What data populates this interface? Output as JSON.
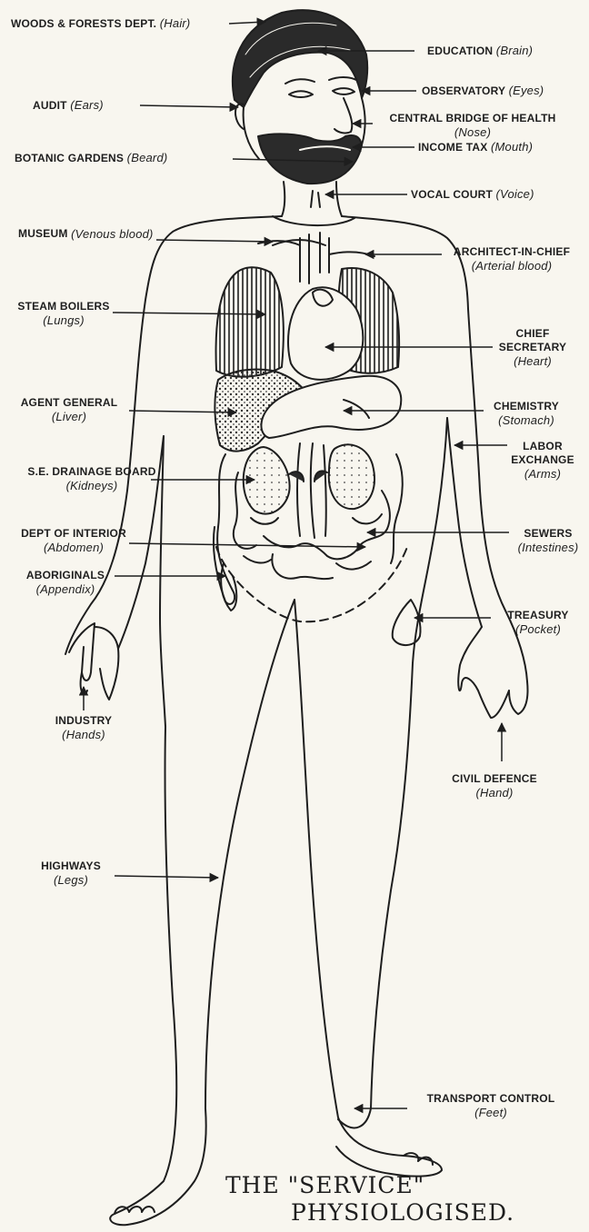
{
  "title_line1": "THE \"SERVICE\"",
  "title_line2": "PHYSIOLOGISED.",
  "labels": {
    "hair": {
      "name": "WOODS & FORESTS DEPT.",
      "part": "(Hair)"
    },
    "brain": {
      "name": "EDUCATION",
      "part": "(Brain)"
    },
    "eyes": {
      "name": "OBSERVATORY",
      "part": "(Eyes)"
    },
    "ears": {
      "name": "AUDIT",
      "part": "(Ears)"
    },
    "nose": {
      "name": "CENTRAL BRIDGE OF HEALTH",
      "part": "(Nose)"
    },
    "mouth": {
      "name": "INCOME TAX",
      "part": "(Mouth)"
    },
    "beard": {
      "name": "BOTANIC GARDENS",
      "part": "(Beard)"
    },
    "voice": {
      "name": "VOCAL COURT",
      "part": "(Voice)"
    },
    "venous": {
      "name": "MUSEUM",
      "part": "(Venous blood)"
    },
    "arterial": {
      "name": "ARCHITECT-IN-CHIEF",
      "part": "(Arterial blood)"
    },
    "lungs": {
      "name": "STEAM BOILERS",
      "part": "(Lungs)"
    },
    "heart": {
      "name": "CHIEF SECRETARY",
      "part": "(Heart)"
    },
    "liver": {
      "name": "AGENT GENERAL",
      "part": "(Liver)"
    },
    "stomach": {
      "name": "CHEMISTRY",
      "part": "(Stomach)"
    },
    "arms": {
      "name": "LABOR EXCHANGE",
      "part": "(Arms)"
    },
    "kidneys": {
      "name": "S.E. DRAINAGE BOARD",
      "part": "(Kidneys)"
    },
    "abdomen": {
      "name": "DEPT OF INTERIOR",
      "part": "(Abdomen)"
    },
    "intestines": {
      "name": "SEWERS",
      "part": "(Intestines)"
    },
    "appendix": {
      "name": "ABORIGINALS",
      "part": "(Appendix)"
    },
    "pocket": {
      "name": "TREASURY",
      "part": "(Pocket)"
    },
    "hands": {
      "name": "INDUSTRY",
      "part": "(Hands)"
    },
    "hand": {
      "name": "CIVIL DEFENCE",
      "part": "(Hand)"
    },
    "legs": {
      "name": "HIGHWAYS",
      "part": "(Legs)"
    },
    "feet": {
      "name": "TRANSPORT CONTROL",
      "part": "(Feet)"
    }
  }
}
